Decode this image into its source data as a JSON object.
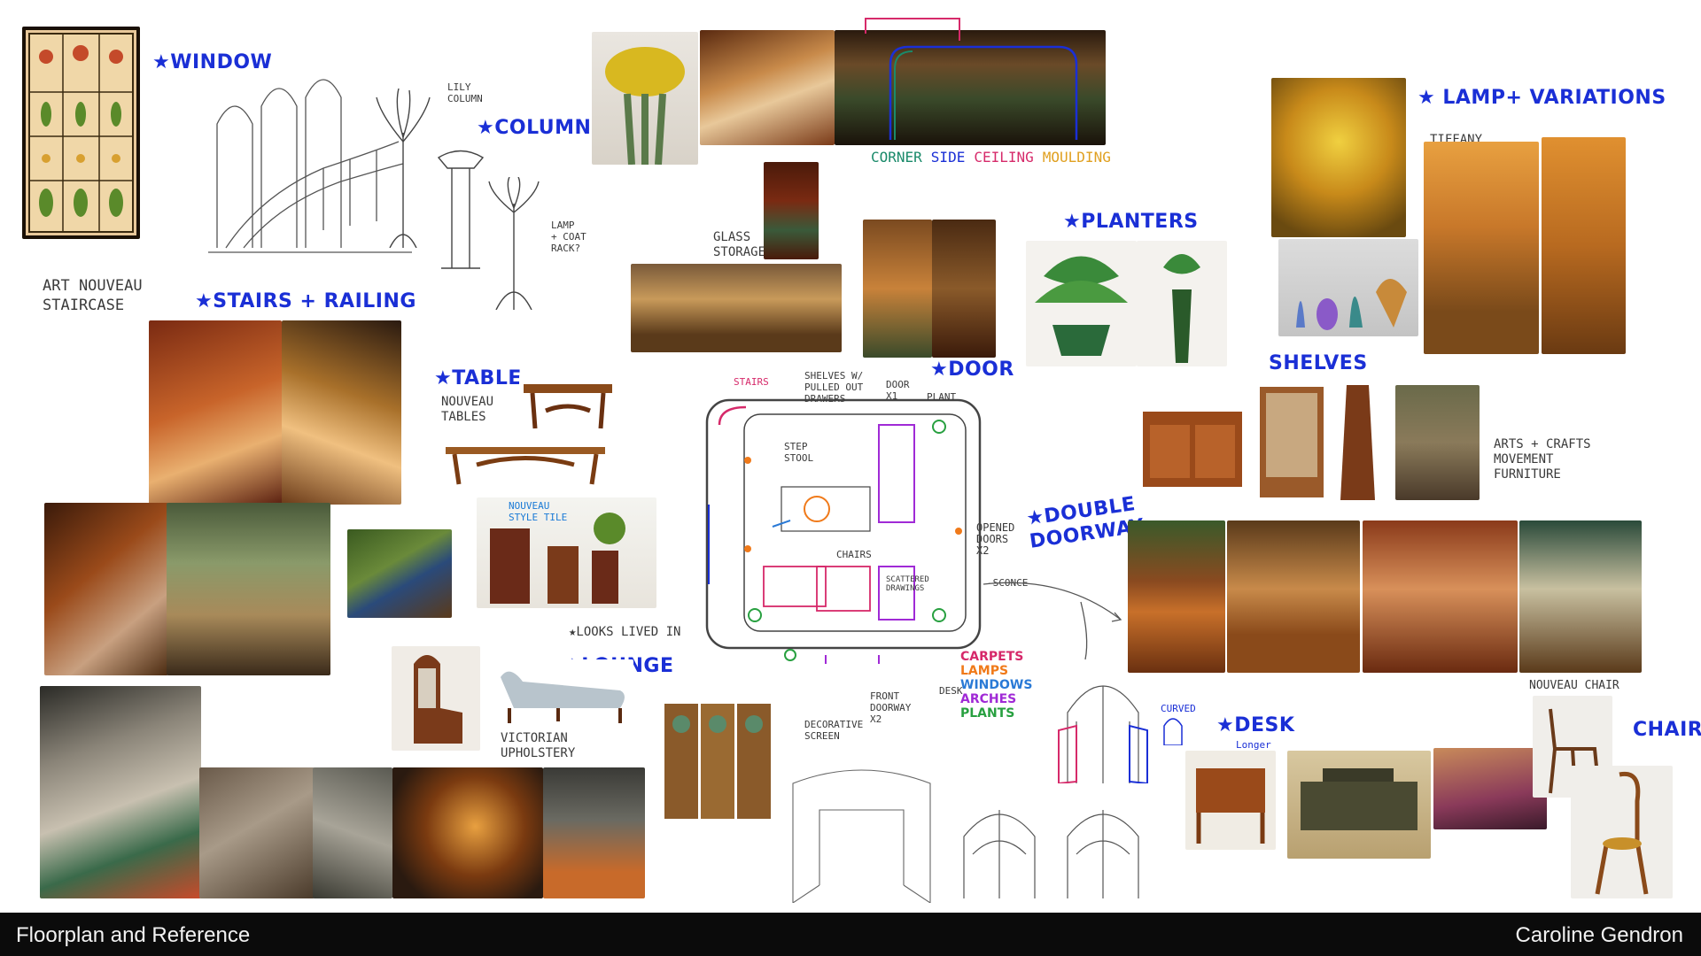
{
  "footer": {
    "title": "Floorplan and Reference",
    "author": "Caroline Gendron"
  },
  "labels": {
    "window": "★WINDOW",
    "column": "★COLUMN",
    "stairs": "★STAIRS + RAILING",
    "table": "★TABLE",
    "lounge": "★LOUNGE",
    "door": "★DOOR",
    "planters": "★PLANTERS",
    "lamp": "★ LAMP+ VARIATIONS",
    "shelves": "SHELVES",
    "double_doorway": "★DOUBLE\nDOORWAY",
    "desk": "★DESK",
    "chair": "CHAIR"
  },
  "notes": {
    "lily_column": "LILY\nCOLUMN",
    "lamp_coat": "LAMP\n+ COAT\nRACK?",
    "art_nouveau": "ART NOUVEAU\nSTAIRCASE",
    "nouveau_tables": "NOUVEAU\nTABLES",
    "glass_storage": "GLASS\nSTORAGE",
    "tiffany": "TIFFANY\nLAMP REF",
    "arts_crafts": "ARTS + CRAFTS\nMOVEMENT\nFURNITURE",
    "nouveau_style_tile": "NOUVEAU\nSTYLE TILE",
    "looks_lived_in": "★LOOKS LIVED IN",
    "victorian": "VICTORIAN\nUPHOLSTERY",
    "opened_doors": "OPENED\nDOORS\nX2",
    "sconce": "-SCONCE",
    "decorative_screen": "DECORATIVE\nSCREEN",
    "front_doorway": "FRONT\nDOORWAY\nX2",
    "desk_note": "DESK",
    "curved": "CURVED",
    "longer": "Longer",
    "nouveau_chair": "NOUVEAU CHAIR"
  },
  "floorplan_notes": {
    "stairs": "STAIRS",
    "shelves": "SHELVES W/\nPULLED OUT\nDRAWERS",
    "door": "DOOR\nX1",
    "plant": "PLANT",
    "step_stool": "STEP\nSTOOL",
    "chairs": "CHAIRS",
    "scattered": "SCATTERED\nDRAWINGS"
  },
  "architecture_strip": [
    {
      "text": "CORNER",
      "color": "#1a8a6a"
    },
    {
      "text": "SIDE",
      "color": "#1a2fd6"
    },
    {
      "text": "CEILING",
      "color": "#d62a6a"
    },
    {
      "text": "MOULDING",
      "color": "#e0a020"
    }
  ],
  "legend": [
    {
      "text": "CARPETS",
      "color": "#d6286a"
    },
    {
      "text": "LAMPS",
      "color": "#f07a1a"
    },
    {
      "text": "WINDOWS",
      "color": "#2a7ad6"
    },
    {
      "text": "ARCHES",
      "color": "#a02ad6"
    },
    {
      "text": "PLANTS",
      "color": "#28a040"
    }
  ],
  "colors": {
    "annotation_blue": "#1a2fd6",
    "footer_bg": "#0b0b0b",
    "footer_text": "#f2f2f2"
  }
}
